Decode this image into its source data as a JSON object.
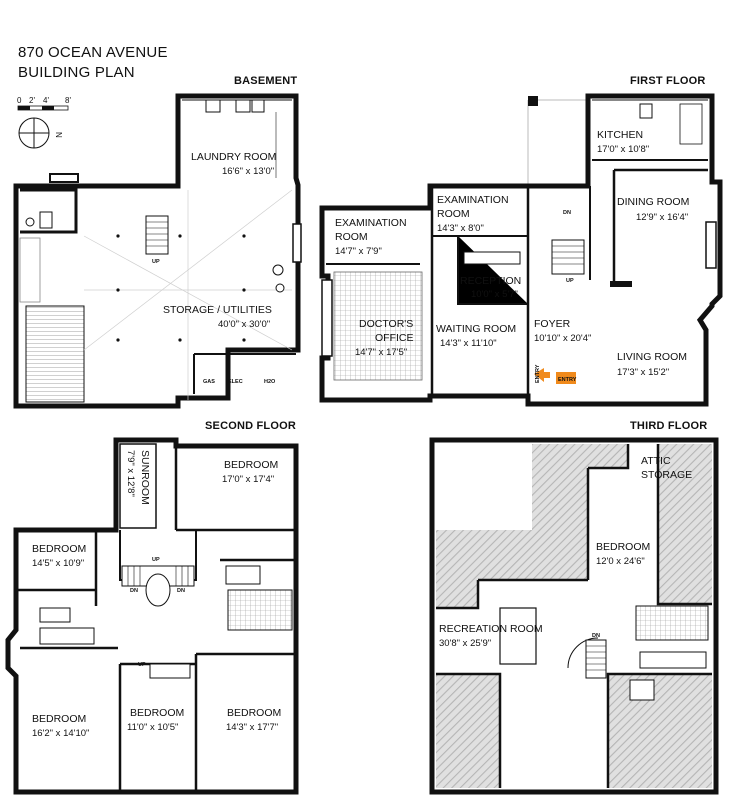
{
  "header": {
    "title_line1": "870 OCEAN AVENUE",
    "title_line2": "BUILDING PLAN",
    "scale_labels": [
      "0",
      "2'",
      "4'",
      "8'"
    ],
    "north": "N"
  },
  "floors": {
    "basement": "BASEMENT",
    "first": "FIRST FLOOR",
    "second": "SECOND FLOOR",
    "third": "THIRD FLOOR"
  },
  "rooms": {
    "laundry": {
      "name": "LAUNDRY ROOM",
      "dim": "16'6\" x 13'0\""
    },
    "storage": {
      "name": "STORAGE / UTILITIES",
      "dim": "40'0\" x 30'0\""
    },
    "exam1": {
      "name1": "EXAMINATION",
      "name2": "ROOM",
      "dim": "14'7\" x 7'9\""
    },
    "exam2": {
      "name1": "EXAMINATION",
      "name2": "ROOM",
      "dim": "14'3\" x 8'0\""
    },
    "kitchen": {
      "name": "KITCHEN",
      "dim": "17'0\" x 10'8\""
    },
    "dining": {
      "name": "DINING ROOM",
      "dim": "12'9\" x 16'4\""
    },
    "reception": {
      "name": "RECEPTION",
      "dim": "10'0\" x 5'7\""
    },
    "doctor": {
      "name1": "DOCTOR'S",
      "name2": "OFFICE",
      "dim": "14'7\" x 17'5\""
    },
    "waiting": {
      "name": "WAITING ROOM",
      "dim": "14'3\" x 11'10\""
    },
    "foyer": {
      "name": "FOYER",
      "dim": "10'10\" x 20'4\""
    },
    "living": {
      "name": "LIVING ROOM",
      "dim": "17'3\" x 15'2\""
    },
    "sunroom": {
      "name": "SUNROOM",
      "dim": "7'9\" x 12'8\""
    },
    "bed_2nd_top": {
      "name": "BEDROOM",
      "dim": "17'0\" x 17'4\""
    },
    "bed_2nd_left": {
      "name": "BEDROOM",
      "dim": "14'5\" x 10'9\""
    },
    "bed_2nd_bl": {
      "name": "BEDROOM",
      "dim": "16'2\" x 14'10\""
    },
    "bed_2nd_bm": {
      "name": "BEDROOM",
      "dim": "11'0\" x 10'5\""
    },
    "bed_2nd_br": {
      "name": "BEDROOM",
      "dim": "14'3\" x 17'7\""
    },
    "attic": {
      "name1": "ATTIC",
      "name2": "STORAGE"
    },
    "bed_3rd": {
      "name": "BEDROOM",
      "dim": "12'0 x 24'6\""
    },
    "recreation": {
      "name": "RECREATION ROOM",
      "dim": "30'8\" x 25'9\""
    }
  },
  "annotations": {
    "up": "UP",
    "dn": "DN",
    "gas": "GAS",
    "elec": "ELEC",
    "h2o": "H2O",
    "entry": "ENTRY"
  },
  "colors": {
    "wall": "#111111",
    "hatch": "#c8c8c8",
    "entry_arrow": "#f08a1c"
  }
}
